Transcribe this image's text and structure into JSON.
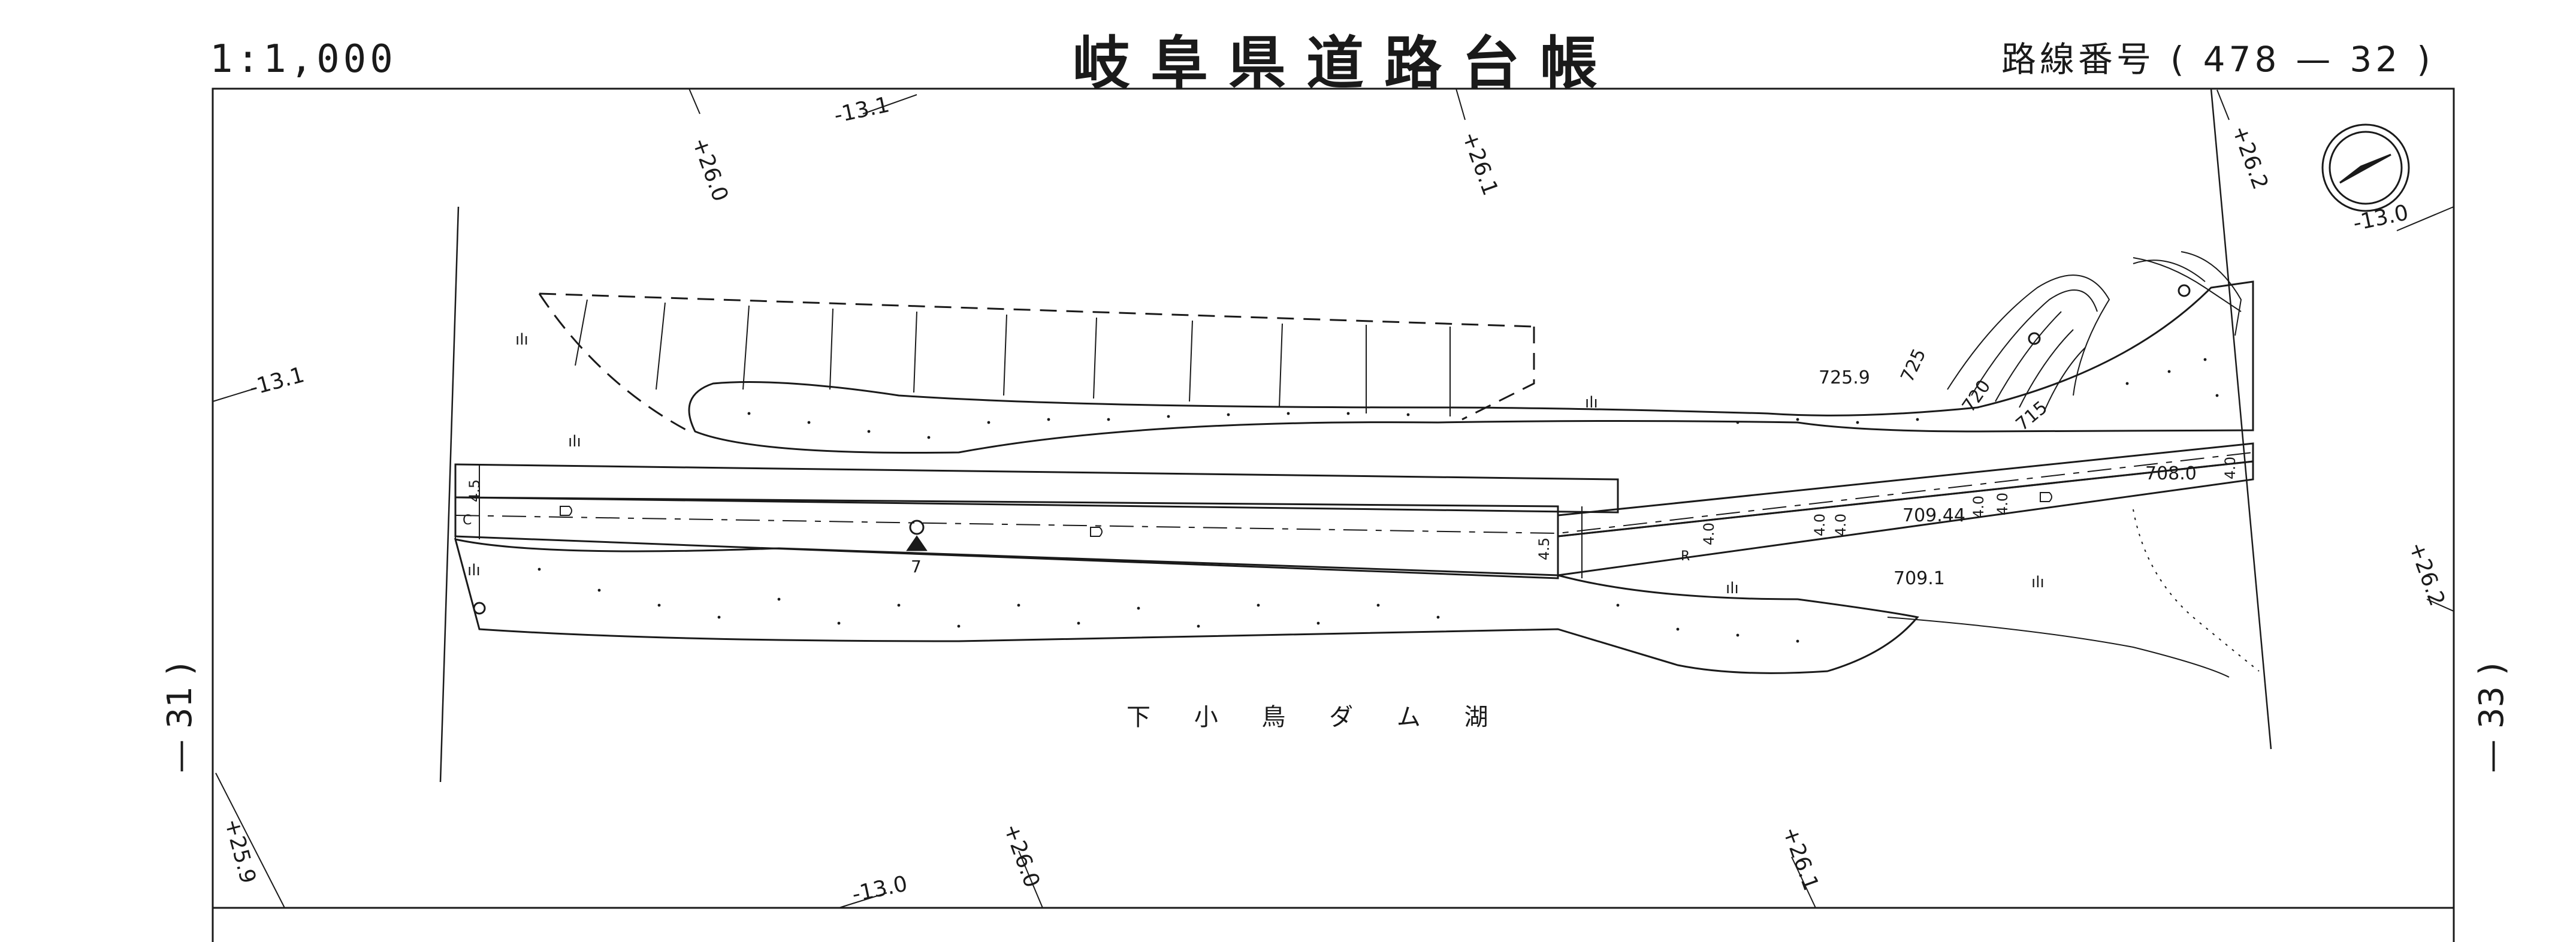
{
  "header": {
    "scale": "1:1,000",
    "title": "岐阜県道路台帳",
    "route_label": "路線番号",
    "route_open": "(",
    "route_number": "478",
    "route_dash": "—",
    "route_section": "32",
    "route_close": ")"
  },
  "adjacent_sheets": {
    "left": "— 31 )",
    "right": "— 33 )"
  },
  "grid_labels": {
    "top_1": "+26.0",
    "top_2": "-13.1",
    "top_3": "+26.1",
    "top_4": "+26.2",
    "right_1": "-13.0",
    "right_2": "+26.2",
    "left_1": "-13.1",
    "bottom_1": "+25.9",
    "bottom_2": "-13.0",
    "bottom_3": "+26.0",
    "bottom_4": "+26.1"
  },
  "elevations": {
    "e1": "725.9",
    "e2": "708.0",
    "e3": "709.44",
    "e4": "709.1",
    "c1": "725",
    "c2": "720",
    "c3": "715"
  },
  "road_widths": {
    "w1": "4.5",
    "w2": "4.5",
    "w3": "4.0",
    "w4": "4.0",
    "w5": "4.0",
    "w6": "4.0",
    "w7": "4.0",
    "w8": "4.0"
  },
  "point_labels": {
    "p7": "7",
    "pR": "R",
    "pC": "C"
  },
  "water_body": "下 小 鳥 ダ ム 湖",
  "icons": [
    "north-arrow-icon",
    "triangulation-point-icon",
    "survey-point-icon",
    "drain-icon",
    "vegetation-icon"
  ]
}
